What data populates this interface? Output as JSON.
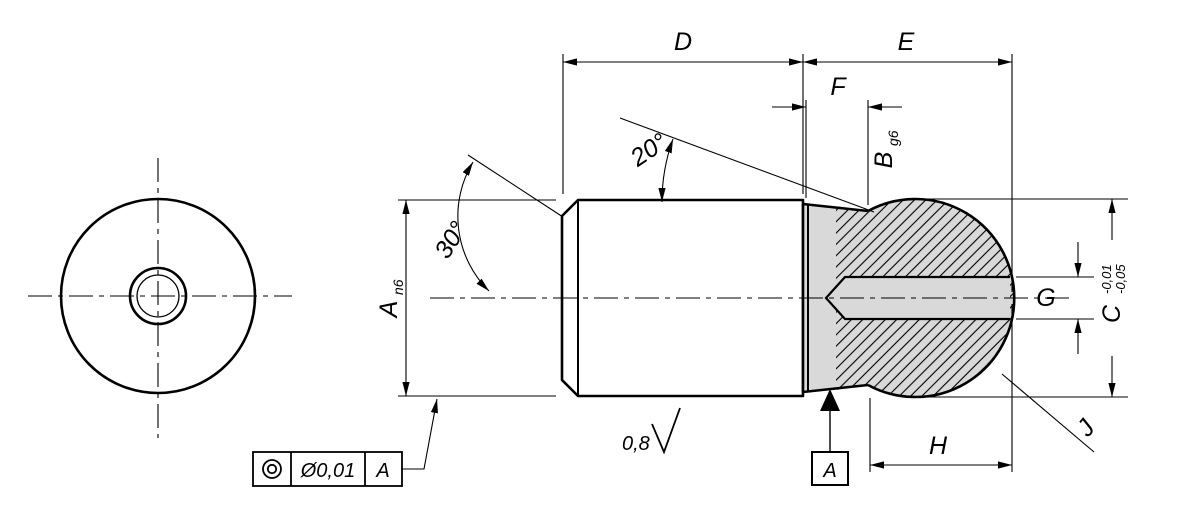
{
  "labels": {
    "d": "D",
    "e": "E",
    "f": "F",
    "h": "H",
    "g": "G",
    "j": "J",
    "a": "A",
    "a_fit": "n6",
    "b": "B",
    "b_fit": "g6",
    "c": "C",
    "c_tol_upper": "-0,01",
    "c_tol_lower": "-0,05",
    "angle_taper": "20°",
    "angle_chamfer": "30°",
    "surface_roughness": "0,8",
    "datum": "A"
  },
  "fcf": {
    "symbol": "concentricity",
    "tolerance": "Ø0,01",
    "datum": "A"
  },
  "colors": {
    "part_fill": "#d9d9d9",
    "line_color": "#000000",
    "background": "#ffffff"
  }
}
